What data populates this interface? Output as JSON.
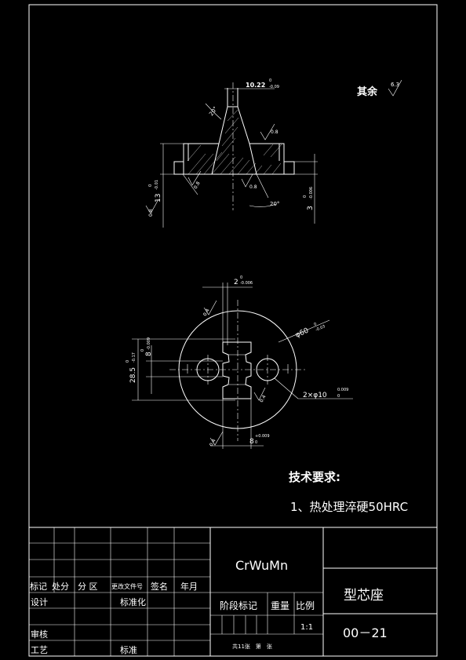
{
  "drawing": {
    "part_name": "型芯座",
    "drawing_number": "00－21",
    "material": "CrWuMn",
    "scale": "1:1",
    "sheet_info": "共11张　第　张",
    "roughness_rest_label": "其余",
    "roughness_rest_value": "6.3",
    "tech_req_title": "技术要求:",
    "tech_req_item": "1、热处理淬硬50HRC"
  },
  "title_block": {
    "mark": "标记",
    "count": "处分",
    "zone": "分 区",
    "change_doc": "更改文件号",
    "signature": "签名",
    "date": "年月",
    "design": "设计",
    "standardization": "标准化",
    "stage_mark": "阶段标记",
    "weight": "重量",
    "ratio": "比例",
    "review": "审核",
    "process": "工艺",
    "standard": "标准"
  },
  "dimensions": {
    "top_width": "10.22",
    "top_width_tol": "-0.09",
    "top_width_tol_upper": "0",
    "angle_top": "20°",
    "angle_bottom": "20°",
    "rough_08_a": "0.8",
    "rough_08_b": "0.8",
    "rough_08_c": "0.8",
    "rough_08_d": "0.8",
    "height": "13",
    "height_tol": "-0.01",
    "height_tol_upper": "0",
    "step": "3",
    "step_tol": "-0.006",
    "step_tol_upper": "0",
    "slot_top": "2",
    "slot_top_tol": "-0.006",
    "slot_top_tol_upper": "0",
    "dia_outer": "φ60",
    "dia_outer_tol": "-0.03",
    "dia_outer_tol_upper": "0",
    "pitch": "28.5",
    "pitch_tol": "-0.17",
    "pitch_tol_upper": "0",
    "slot_h": "8",
    "slot_h_tol": "-0.009",
    "slot_h_tol_upper": "0",
    "holes": "2×φ10",
    "holes_tol": "0.009",
    "holes_tol_lower": "0",
    "slot_w": "8",
    "slot_w_tol": "+0.009",
    "slot_w_tol_lower": "0",
    "rough_04_a": "0.4",
    "rough_04_b": "0.4",
    "rough_04_c": "0.4"
  }
}
